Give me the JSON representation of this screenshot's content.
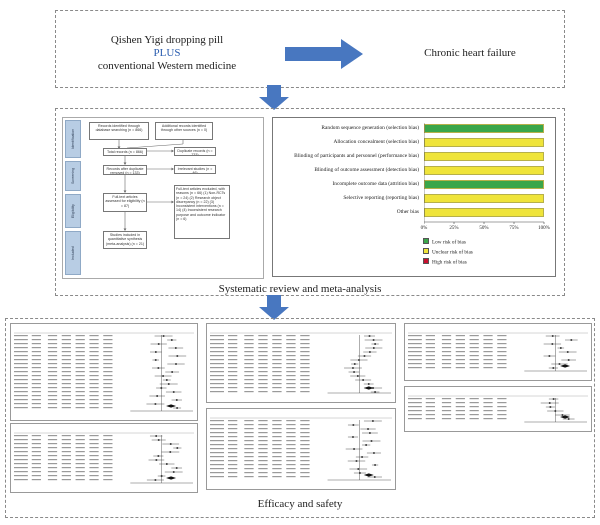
{
  "top": {
    "intervention_line1": "Qishen Yigi dropping pill",
    "intervention_plus": "PLUS",
    "intervention_line2": "conventional Western medicine",
    "target": "Chronic heart failure"
  },
  "prisma": {
    "stages": [
      "Identification",
      "Screening",
      "Eligibility",
      "Included"
    ],
    "boxes": {
      "db_records": "Records identified through database searching (n = 866)",
      "other_records": "Additional records identified through other sources (n = 0)",
      "total": "Total records (n = 866)",
      "duplicates": "Duplicate records (n = 733)",
      "after_dup": "Records after duplicate removed (n = 133)",
      "irrelevant": "Irrelevant studies (n = 46)",
      "fulltext": "Full-text articles assessed for eligibility (n = 87)",
      "excluded": "Full-text articles excluded, with reasons (n = 66) (1) Non-RCTs (n = 24) (2) Research object discrepancy (n = 22) (3) Inconsistent interventions (n = 14) (4) Inconsistent research purpose and outcome indicator (n = 6)",
      "included": "Studies included in quantitative synthesis (meta-analysis) (n = 21)"
    }
  },
  "risk_of_bias": {
    "domains": [
      "Random sequence generation (selection bias)",
      "Allocation concealment (selection bias)",
      "Blinding of participants and personnel (performance bias)",
      "Blinding of outcome assessment (detection bias)",
      "Incomplete outcome data (attrition bias)",
      "Selective reporting (reporting bias)",
      "Other bias"
    ],
    "low": [
      100,
      0,
      0,
      0,
      100,
      0,
      0
    ],
    "unclear": [
      0,
      100,
      100,
      100,
      0,
      100,
      100
    ],
    "high": [
      0,
      0,
      0,
      0,
      0,
      0,
      0
    ],
    "ticks": [
      "0%",
      "25%",
      "50%",
      "75%",
      "100%"
    ],
    "legend": [
      "Low risk of bias",
      "Unclear risk of bias",
      "High risk of bias"
    ],
    "colors": {
      "low": "#3aa64a",
      "unclear": "#efe43a",
      "high": "#c8102e"
    }
  },
  "section1_caption": "Systematic review and meta-analysis",
  "section2_caption": "Efficacy and safety"
}
